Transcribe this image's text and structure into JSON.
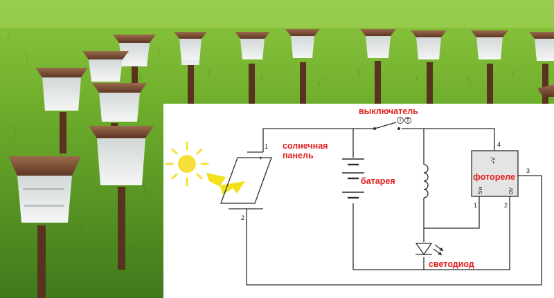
{
  "labels": {
    "switch": "выключатель",
    "solar_panel_line1": "солнечная",
    "solar_panel_line2": "панель",
    "battery": "батарея",
    "photorelay": "фотореле",
    "led": "светодиод"
  },
  "pins": {
    "panel_plus_num": "1",
    "panel_plus_sign": "+",
    "panel_minus_num": "2",
    "relay_vplus_num": "4",
    "relay_vplus": "+V",
    "relay_sw": "Sw",
    "relay_0v": "0V",
    "relay_sw_num": "1",
    "relay_0v_num": "2",
    "relay_out_num": "3"
  },
  "colors": {
    "label_red": "#e0201c",
    "sun": "#f5e03a",
    "arrow": "#f2e21a",
    "relay_fill": "#e4e4e4",
    "wire": "#2a2a2a"
  },
  "icons": [
    "sun-icon",
    "sunlight-arrow-icon",
    "switch-state-icon",
    "led-icon"
  ]
}
